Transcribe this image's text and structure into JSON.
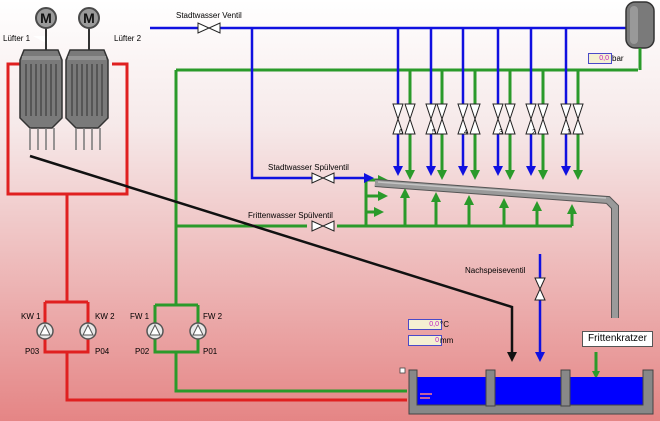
{
  "fans": {
    "left_label": "Lüfter 1",
    "right_label": "Lüfter 2",
    "motor_symbol": "M"
  },
  "valves": {
    "city_water": "Stadtwasser Ventil",
    "city_water_rinse": "Stadtwasser Spülventil",
    "frit_water_rinse": "Frittenwasser Spülventil",
    "top_up": "Nachspeiseventil"
  },
  "distributor_valves": [
    "6",
    "5",
    "4",
    "3",
    "2",
    "1"
  ],
  "pumps": {
    "kw1": "KW 1",
    "kw2": "KW 2",
    "p03": "P03",
    "p04": "P04",
    "fw1": "FW 1",
    "fw2": "FW 2",
    "p02": "P02",
    "p01": "P01"
  },
  "readouts": {
    "pressure_value": "0,0",
    "pressure_unit": "bar",
    "temperature_value": "0,0",
    "temperature_unit": "°C",
    "level_value": "0",
    "level_unit": "mm"
  },
  "scraper_button": "Frittenkratzer",
  "colors": {
    "city_water": "#1010e0",
    "frit_water": "#2a9a2a",
    "cooling_loop": "#e02020",
    "tank_water": "#0000ff",
    "chute": "#8c8c8c"
  }
}
